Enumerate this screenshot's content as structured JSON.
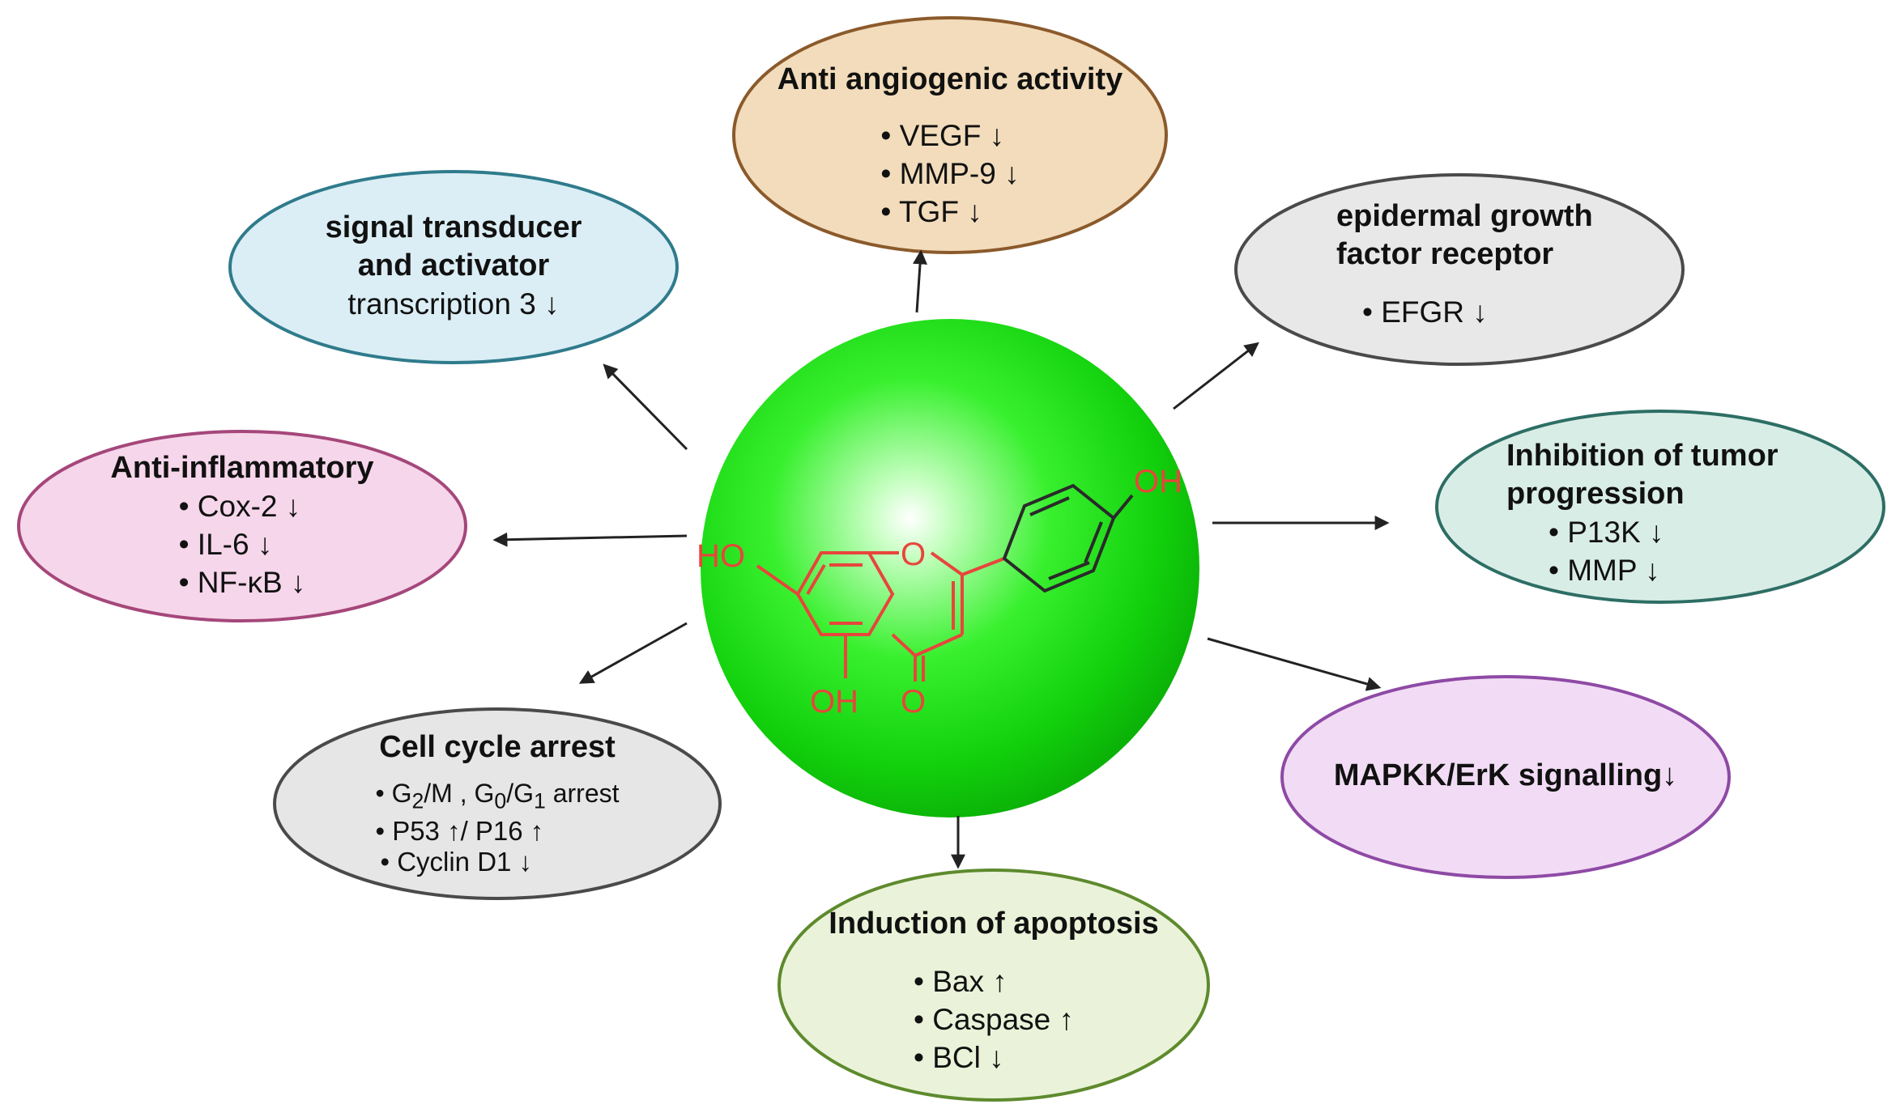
{
  "center": {
    "molecule_labels": {
      "hydroxyl_7": "HO",
      "ring_oxygen": "O",
      "hydroxyl_4p": "OH",
      "hydroxyl_5": "OH",
      "carbonyl_oxygen": "O"
    }
  },
  "nodes": {
    "anti_angiogenic": {
      "title": "Anti angiogenic activity",
      "items": [
        "• VEGF ↓",
        "• MMP-9 ↓",
        "• TGF ↓"
      ],
      "fill": "#f2dcbb",
      "stroke": "#8b5a2b"
    },
    "stat3": {
      "title_line1": "signal transducer",
      "title_line2": "and activator",
      "line3": "transcription 3 ↓",
      "fill": "#dbeef5",
      "stroke": "#2f7b8c"
    },
    "egfr": {
      "title_line1": "epidermal growth",
      "title_line2": "factor receptor",
      "items": [
        "• EFGR ↓"
      ],
      "fill": "#e8e8e8",
      "stroke": "#4a4a4a"
    },
    "anti_inflammatory": {
      "title": "Anti-inflammatory",
      "items": [
        "• Cox-2 ↓",
        "• IL-6 ↓",
        "• NF-κB ↓"
      ],
      "fill": "#f6d6ea",
      "stroke": "#a5477b"
    },
    "tumor_progression": {
      "title_line1": "Inhibition of tumor",
      "title_line2": "progression",
      "items": [
        "• P13K ↓",
        "• MMP ↓"
      ],
      "fill": "#d9ede7",
      "stroke": "#2d6e64"
    },
    "cell_cycle": {
      "title": "Cell cycle arrest",
      "item1": {
        "bullet": "• G",
        "sub_a": "2",
        "mid_a": "/M , G",
        "sub_b": "0",
        "mid_b": "/G",
        "sub_c": "1",
        "tail": " arrest"
      },
      "items": [
        "• P53 ↑/ P16 ↑",
        "• Cyclin D1 ↓"
      ],
      "fill": "#e6e6e6",
      "stroke": "#4a4a4a"
    },
    "mapkk": {
      "title": "MAPKK/ErK signalling↓",
      "fill": "#f2dcf5",
      "stroke": "#8e4aa5"
    },
    "apoptosis": {
      "title": "Induction of apoptosis",
      "items": [
        "• Bax ↑",
        "• Caspase ↑",
        "• BCl ↓"
      ],
      "fill": "#eaf3d9",
      "stroke": "#5e8a2d"
    }
  }
}
